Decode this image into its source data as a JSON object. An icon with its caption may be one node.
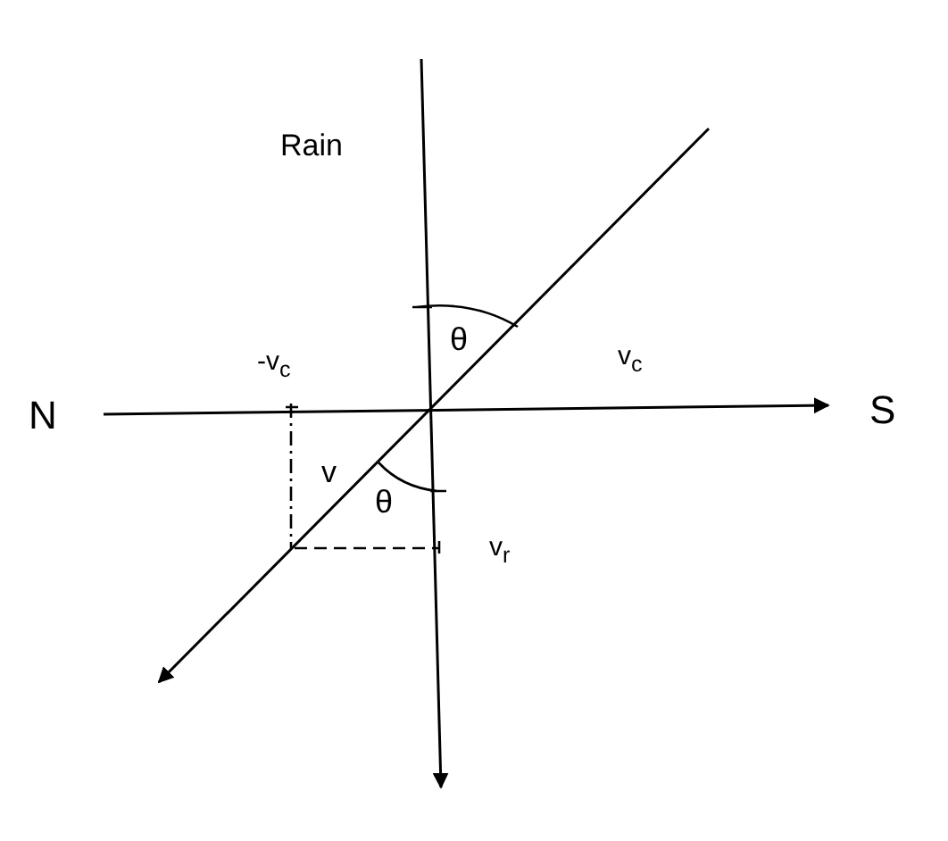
{
  "diagram": {
    "labels": [
      "Rain",
      "θ",
      "-v$_{c}$",
      "v$_{c}$",
      "N",
      "S",
      "v",
      "θ",
      "v$_{r}$"
    ]
  }
}
